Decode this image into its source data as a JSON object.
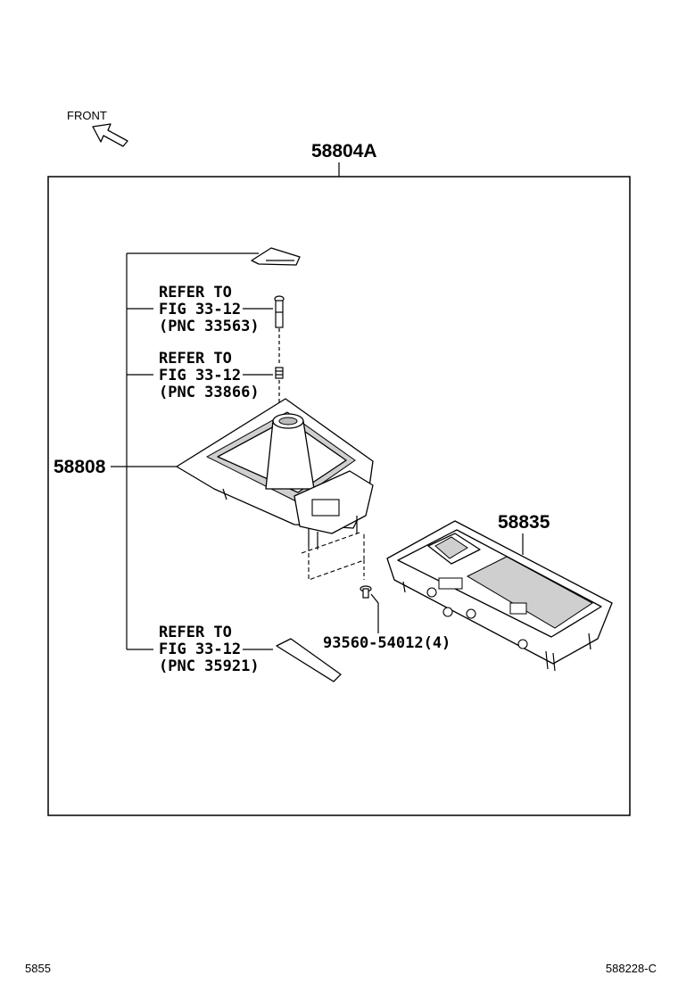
{
  "direction": {
    "label": "FRONT",
    "icon": "front-arrow-icon"
  },
  "assembly": {
    "part_no": "58804A"
  },
  "parts": {
    "shift_bezel": "58808",
    "console_tray": "58835",
    "screw": "93560-54012(4)"
  },
  "references": [
    {
      "line1": "REFER TO",
      "line2": "FIG 33-12",
      "line3": "(PNC 33563)"
    },
    {
      "line1": "REFER TO",
      "line2": "FIG 33-12",
      "line3": "(PNC 33866)"
    },
    {
      "line1": "REFER TO",
      "line2": "FIG 33-12",
      "line3": "(PNC 35921)"
    }
  ],
  "footer": {
    "left": "5855",
    "right": "588228-C"
  }
}
